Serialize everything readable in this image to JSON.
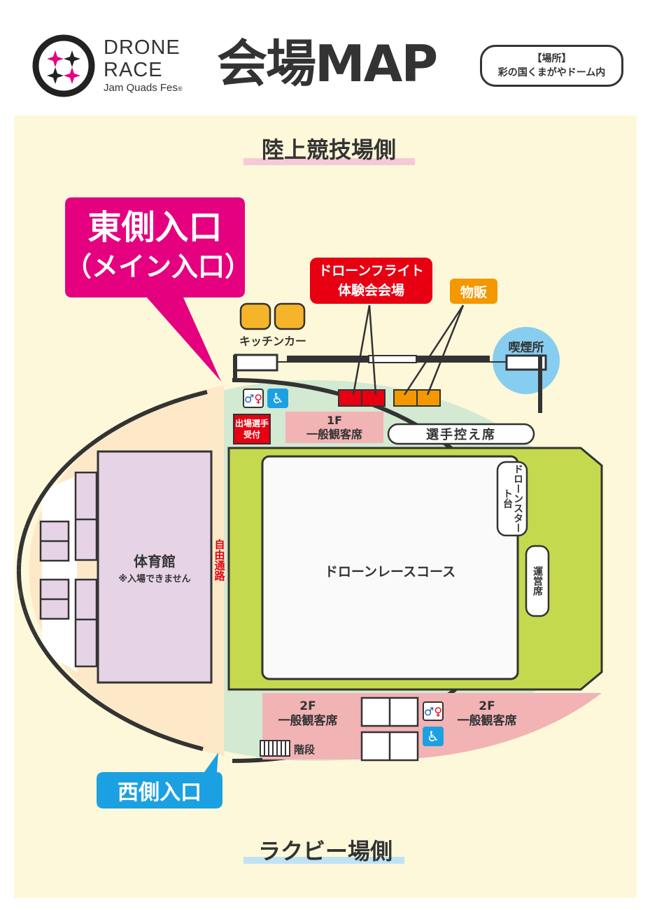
{
  "header": {
    "logo": {
      "line1": "DRONE",
      "line2": "RACE",
      "line3": "Jam Quads Fes",
      "mark": "®"
    },
    "title": "会場MAP",
    "location_label": "【場所】",
    "location_value": "彩の国くまがやドーム内"
  },
  "map": {
    "north_side": "陸上競技場側",
    "south_side": "ラクビー場側",
    "east_entrance": {
      "line1": "東側入口",
      "line2": "（メイン入口）"
    },
    "west_entrance": "西側入口",
    "drone_experience": {
      "line1": "ドローンフライト",
      "line2": "体験会会場"
    },
    "merch": "物販",
    "kitchen_car": "キッチンカー",
    "smoking": "喫煙所",
    "reception": {
      "line1": "出場選手",
      "line2": "受付"
    },
    "seats_1f": {
      "line1": "1F",
      "line2": "一般観客席"
    },
    "player_seats": "選手控え席",
    "start_stand": "ドローンスタート台",
    "operations": "運営席",
    "course": "ドローンレースコース",
    "gym": {
      "line1": "体育館",
      "line2": "※入場できません"
    },
    "free_path": "自由通路",
    "seats_2f_left": {
      "line1": "2F",
      "line2": "一般観客席"
    },
    "seats_2f_right": {
      "line1": "2F",
      "line2": "一般観客席"
    },
    "stairs": "階段",
    "icons": [
      "restroom-icon",
      "wheelchair-icon"
    ]
  },
  "colors": {
    "magenta": "#e4007f",
    "cyan": "#1ba1e2",
    "red": "#e60012",
    "orange": "#f39800",
    "field": "#c5d94e"
  }
}
